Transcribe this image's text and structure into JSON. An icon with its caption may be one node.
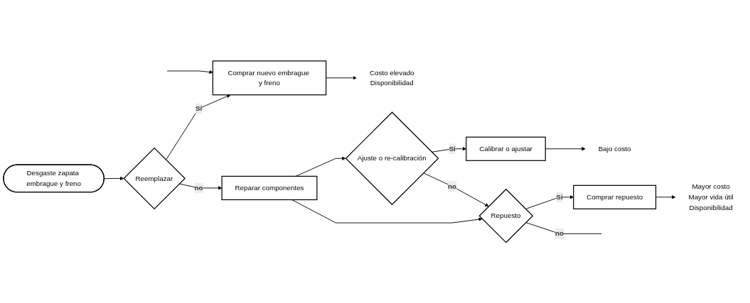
{
  "diagram": {
    "nodes": [
      {
        "text": [
          "Desgaste zapata embrague y freno"
        ]
      },
      {
        "text": [
          "Reemplazar"
        ]
      },
      {
        "text": [
          "Comprar nuevo embrague y freno"
        ]
      },
      {
        "text": [
          "Costo elevado",
          "Disponibilidad"
        ]
      },
      {
        "text": [
          "Reparar componentes"
        ]
      },
      {
        "text": [
          "Ajuste o re-calibración"
        ]
      },
      {
        "text": [
          "Calibrar o ajustar"
        ]
      },
      {
        "text": [
          "Bajo costo"
        ]
      },
      {
        "text": [
          "Repuesto"
        ]
      },
      {
        "text": [
          "Comprar repuesto"
        ]
      },
      {
        "text": [
          "Mayor costo",
          "Mayor vida útil",
          "Disponibilidad"
        ]
      }
    ],
    "edges": [
      {
        "from": 0,
        "to": 1,
        "arrow": "to"
      },
      {
        "from": 1,
        "to": 2,
        "arrow": "to",
        "label": "Sí"
      },
      {
        "from": 2,
        "to": 3,
        "arrow": "to"
      },
      {
        "from": 1,
        "to": 4,
        "arrow": "to",
        "label": "no"
      },
      {
        "from": 4,
        "to": 5,
        "arrow": "to"
      },
      {
        "from": 4,
        "to": 8,
        "arrow": "to"
      },
      {
        "from": 5,
        "to": 6,
        "arrow": "to",
        "label": "Sí"
      },
      {
        "from": 6,
        "to": 7,
        "arrow": "to"
      },
      {
        "from": 5,
        "to": 8,
        "arrow": "to",
        "label": "no"
      },
      {
        "from": 8,
        "to": 9,
        "arrow": "to",
        "label": "Sí"
      },
      {
        "from": 9,
        "to": 10,
        "arrow": "to"
      },
      {
        "from": 8,
        "to": null,
        "arrow": "none",
        "label": "no"
      },
      {
        "from": null,
        "to": 2,
        "arrow": "to"
      }
    ]
  }
}
